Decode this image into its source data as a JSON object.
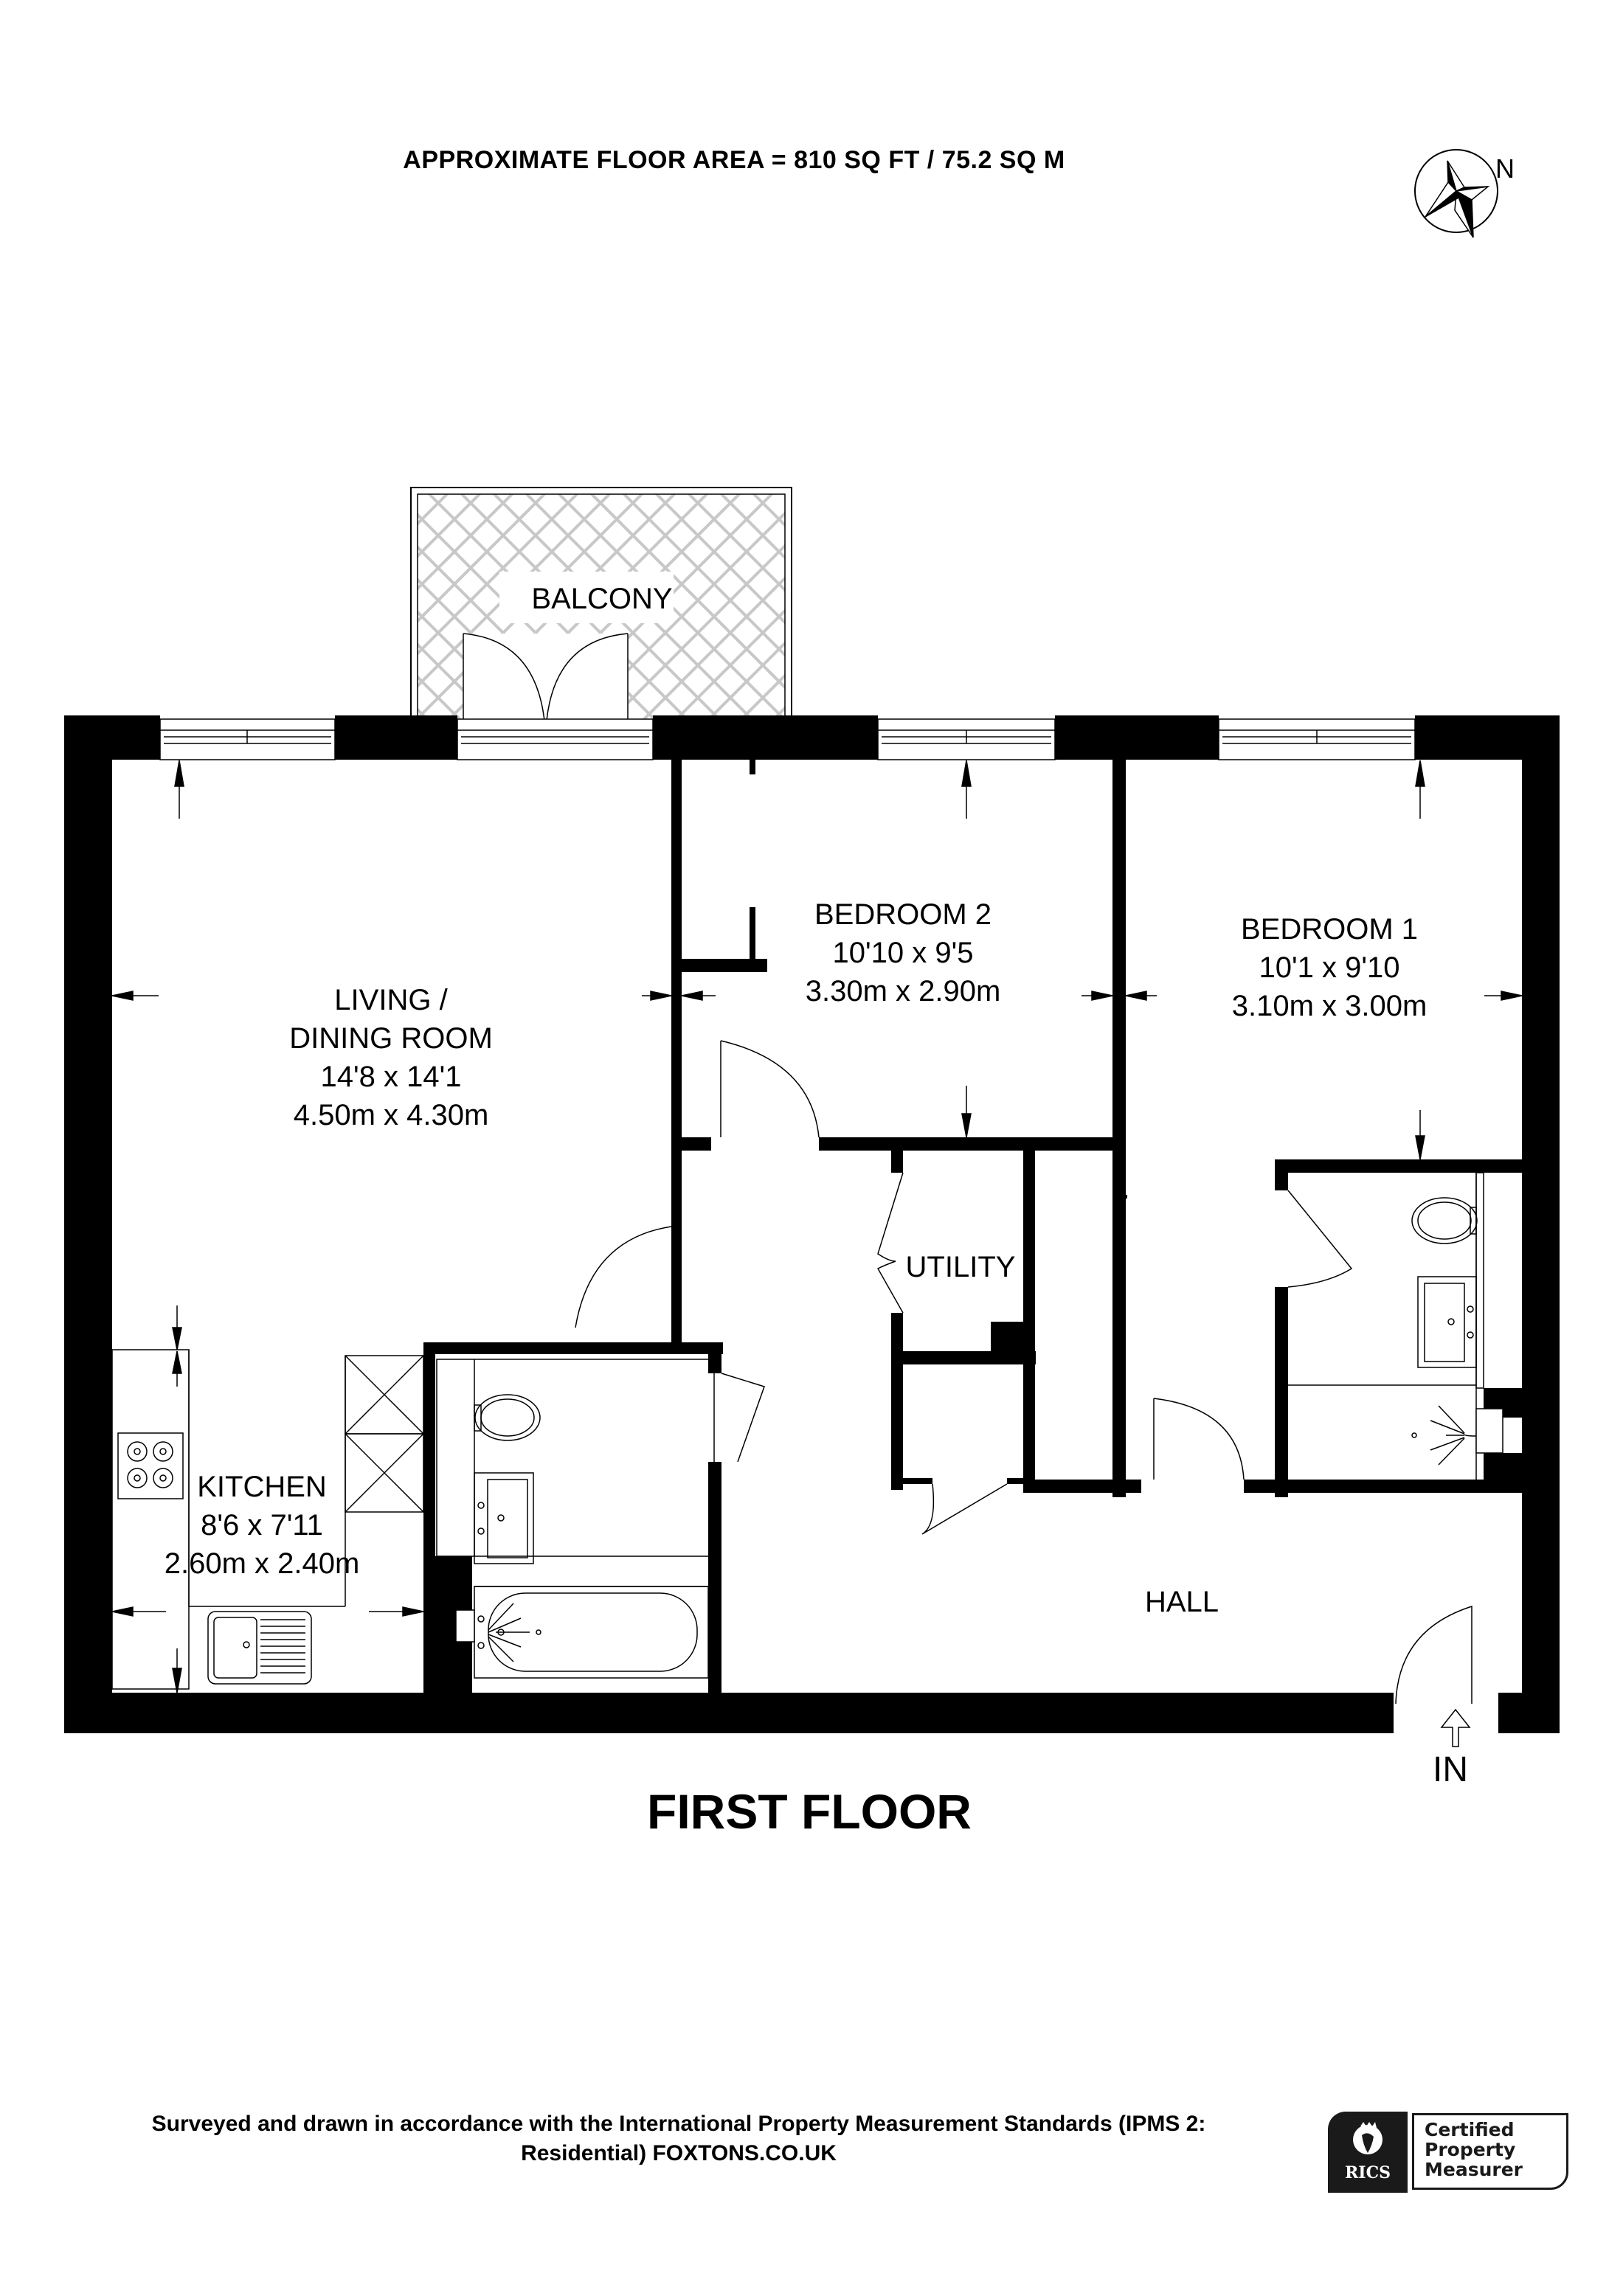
{
  "header": {
    "floor_area": "APPROXIMATE FLOOR AREA = 810 SQ FT / 75.2 SQ M",
    "compass_label": "N"
  },
  "rooms": {
    "balcony": {
      "name": "BALCONY"
    },
    "living": {
      "name_line1": "LIVING /",
      "name_line2": "DINING ROOM",
      "imperial": "14'8 x 14'1",
      "metric": "4.50m x 4.30m"
    },
    "bedroom2": {
      "name": "BEDROOM 2",
      "imperial": "10'10 x 9'5",
      "metric": "3.30m x 2.90m"
    },
    "bedroom1": {
      "name": "BEDROOM 1",
      "imperial": "10'1 x 9'10",
      "metric": "3.10m x 3.00m"
    },
    "utility": {
      "name": "UTILITY"
    },
    "kitchen": {
      "name": "KITCHEN",
      "imperial": "8'6 x 7'11",
      "metric": "2.60m x 2.40m"
    },
    "hall": {
      "name": "HALL"
    }
  },
  "entrance": {
    "label": "IN"
  },
  "floor": {
    "name": "FIRST FLOOR"
  },
  "footer": {
    "line1": "Surveyed and drawn in accordance with the International Property Measurement Standards (IPMS 2:",
    "line2": "Residential) FOXTONS.CO.UK"
  },
  "badge": {
    "brand": "RICS",
    "line1": "Certified",
    "line2": "Property",
    "line3": "Measurer"
  },
  "colors": {
    "wall": "#000000",
    "background": "#ffffff",
    "hatch": "#c8c8c8",
    "badge": "#1a1a1a"
  }
}
